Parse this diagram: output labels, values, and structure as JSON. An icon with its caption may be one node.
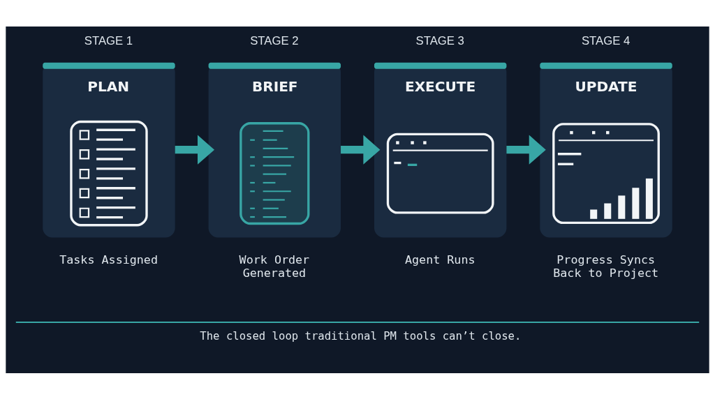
{
  "diagram": {
    "caption": "The closed loop traditional PM tools can’t close.",
    "nodes": [
      {
        "text": [
          "STAGE 1",
          "PLAN"
        ],
        "beside": [
          "Tasks Assigned"
        ]
      },
      {
        "text": [
          "STAGE 2",
          "BRIEF"
        ],
        "beside": [
          "Work Order Generated"
        ]
      },
      {
        "text": [
          "STAGE 3",
          "EXECUTE"
        ],
        "beside": [
          "Agent Runs"
        ]
      },
      {
        "text": [
          "STAGE 4",
          "UPDATE"
        ],
        "beside": [
          "Progress Syncs Back to Project"
        ]
      }
    ],
    "edges": [
      {
        "from": 0,
        "to": 1,
        "arrow": "to"
      },
      {
        "from": 1,
        "to": 2,
        "arrow": "to"
      },
      {
        "from": 2,
        "to": 3,
        "arrow": "to"
      }
    ]
  }
}
